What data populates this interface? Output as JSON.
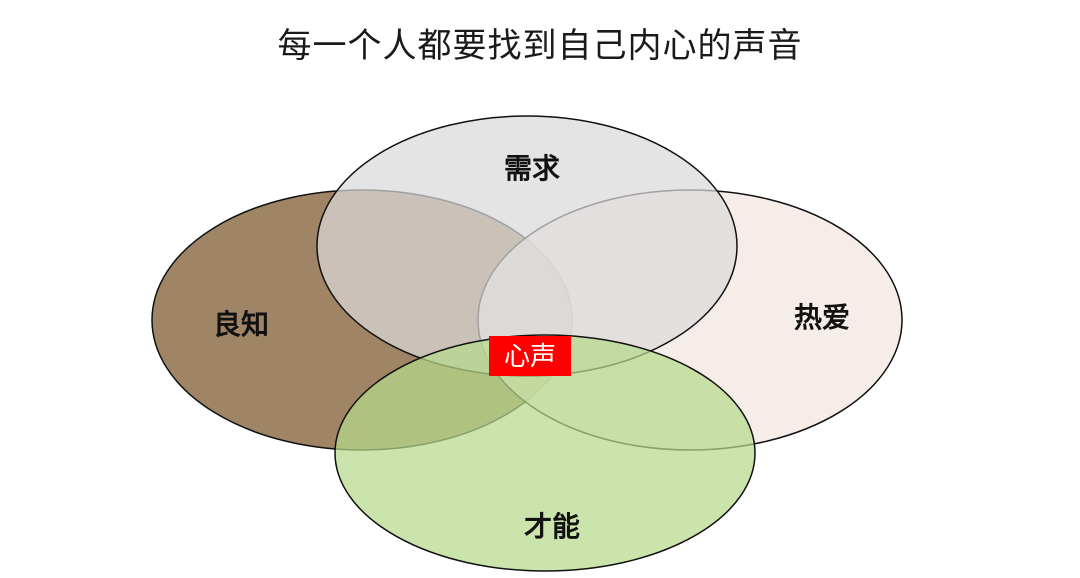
{
  "title": "每一个人都要找到自己内心的声音",
  "circles": {
    "conscience": {
      "label": "良知",
      "color": "#a08466"
    },
    "need": {
      "label": "需求",
      "color": "#d9d9d9"
    },
    "passion": {
      "label": "热爱",
      "color": "#f5e9e3"
    },
    "talent": {
      "label": "才能",
      "color": "#b5da8a"
    }
  },
  "center": {
    "label": "心声",
    "color": "#ff0000"
  }
}
